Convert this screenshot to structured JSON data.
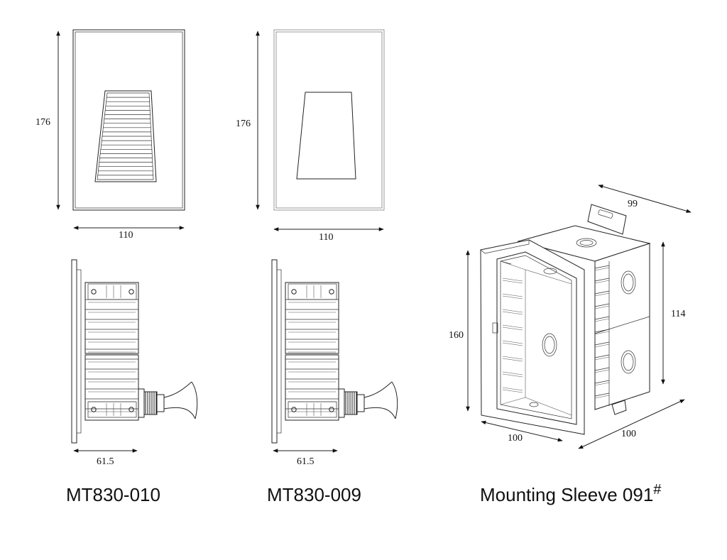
{
  "drawings": {
    "mt830_010": {
      "front_height": "176",
      "front_width": "110",
      "side_depth": "61.5",
      "caption": "MT830-010"
    },
    "mt830_009": {
      "front_height": "176",
      "front_width": "110",
      "side_depth": "61.5",
      "caption": "MT830-009"
    },
    "sleeve": {
      "depth": "99",
      "height_front": "160",
      "height_back": "114",
      "width_front": "100",
      "width_side": "100",
      "caption": "Mounting Sleeve 091",
      "caption_superscript": "#"
    }
  }
}
